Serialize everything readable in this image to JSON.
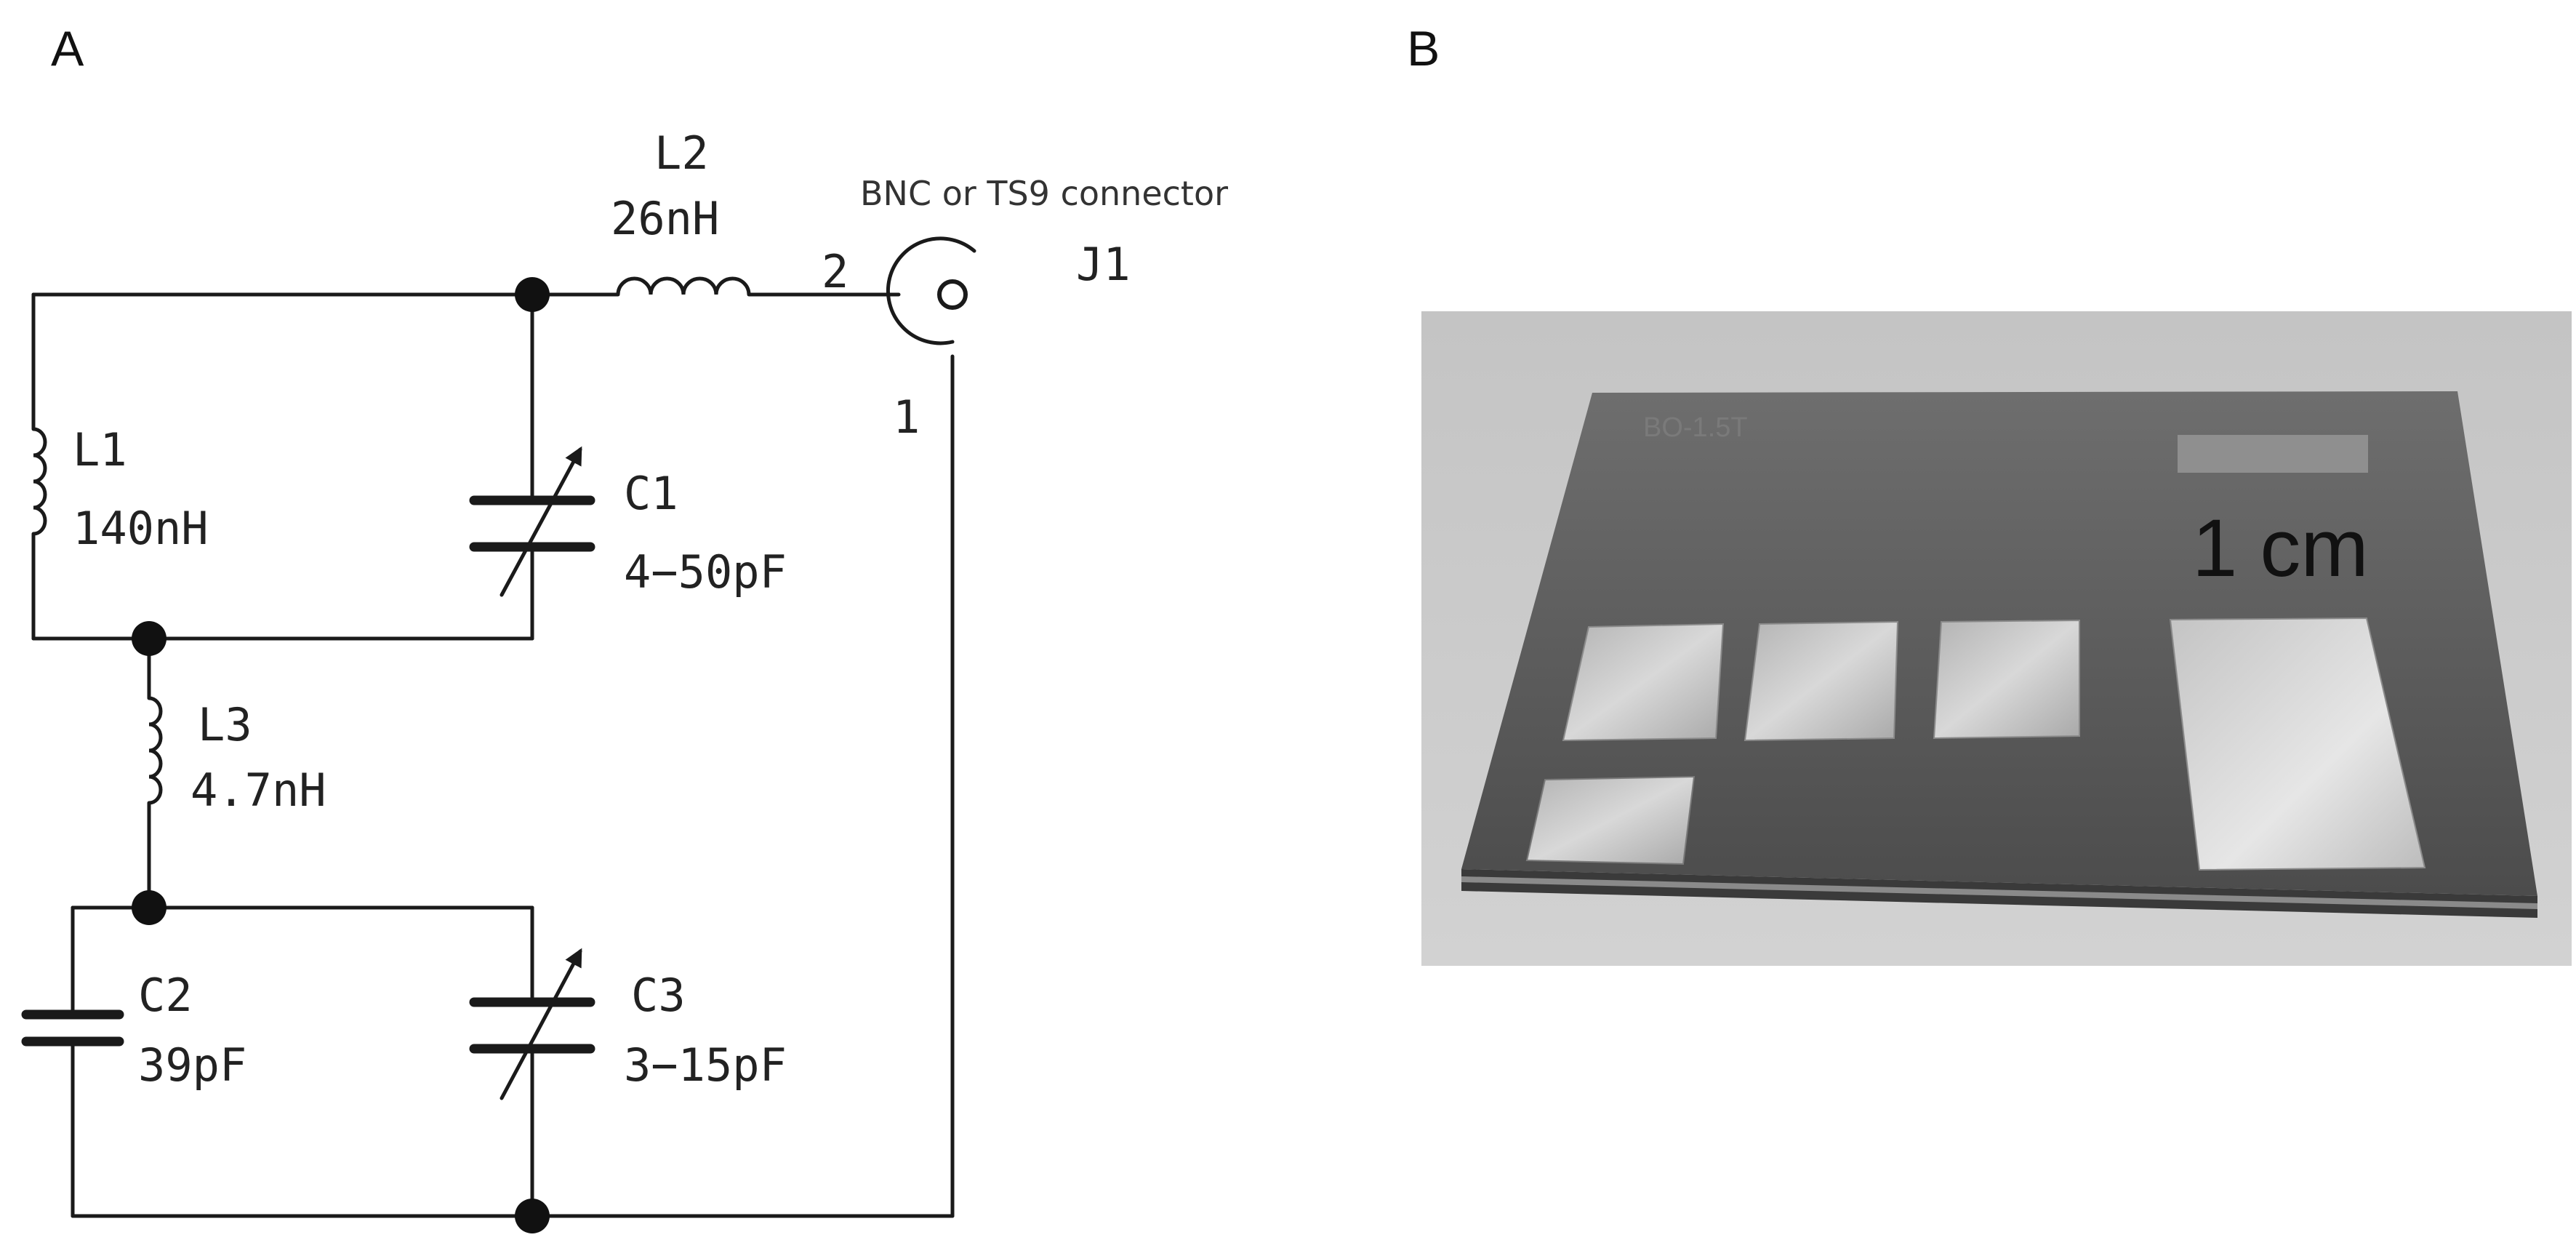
{
  "panels": {
    "a": {
      "label": "A"
    },
    "b": {
      "label": "B"
    }
  },
  "schematic": {
    "connector_note": "BNC or TS9 connector",
    "connector_ref": "J1",
    "pin_2": "2",
    "pin_1": "1",
    "components": {
      "l1": {
        "ref": "L1",
        "value": "140nH"
      },
      "l2": {
        "ref": "L2",
        "value": "26nH"
      },
      "l3": {
        "ref": "L3",
        "value": "4.7nH"
      },
      "c1": {
        "ref": "C1",
        "value": "4−50pF"
      },
      "c2": {
        "ref": "C2",
        "value": "39pF"
      },
      "c3": {
        "ref": "C3",
        "value": "3−15pF"
      }
    }
  },
  "photo": {
    "scale_bar_label": "1 cm",
    "board_marking": "BO-1.5T"
  }
}
